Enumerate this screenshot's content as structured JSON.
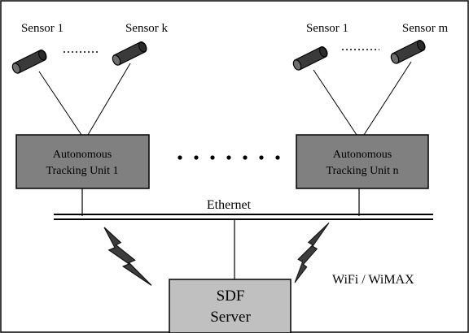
{
  "left_group": {
    "sensor_first": "Sensor 1",
    "sensor_last": "Sensor k",
    "unit_line1": "Autonomous",
    "unit_line2": "Tracking Unit 1"
  },
  "right_group": {
    "sensor_first": "Sensor 1",
    "sensor_last": "Sensor m",
    "unit_line1": "Autonomous",
    "unit_line2": "Tracking Unit n"
  },
  "network": {
    "ethernet_label": "Ethernet",
    "wireless_label": "WiFi / WiMAX"
  },
  "server": {
    "line1": "SDF",
    "line2": "Server"
  },
  "colors": {
    "unit_fill": "#808080",
    "server_fill": "#c0c0c0",
    "sensor_body": "#3a3a3a",
    "sensor_face": "#6e6e6e",
    "lightning": "#3c3c3c"
  }
}
